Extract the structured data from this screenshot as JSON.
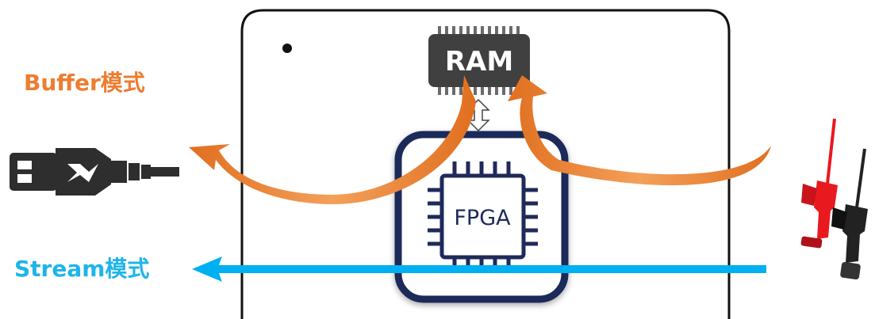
{
  "labels": {
    "buffer_mode": "Buffer模式",
    "stream_mode": "Stream模式",
    "ram_chip": "RAM",
    "fpga_chip": "FPGA"
  },
  "colors": {
    "buffer_arrow": "#ed7d31",
    "stream_arrow": "#00b0f0",
    "fpga_border": "#1f2a5a",
    "ram_body": "#404040",
    "probe_red": "#e8191f",
    "probe_black": "#222222"
  },
  "icons": [
    "usb-plug-icon",
    "lightning-icon",
    "logic-probe-red-icon",
    "logic-probe-black-icon",
    "bidirectional-arrow-icon"
  ]
}
